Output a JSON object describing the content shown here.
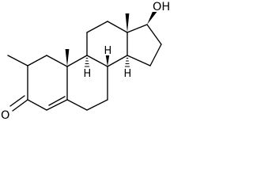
{
  "molecule": {
    "atom_labels": {
      "oxo_oxygen": "O",
      "hydroxyl": "OH",
      "h8": "H",
      "h9": "H",
      "h14": "H"
    },
    "colors": {
      "ink": "#000000",
      "background": "#ffffff"
    }
  }
}
